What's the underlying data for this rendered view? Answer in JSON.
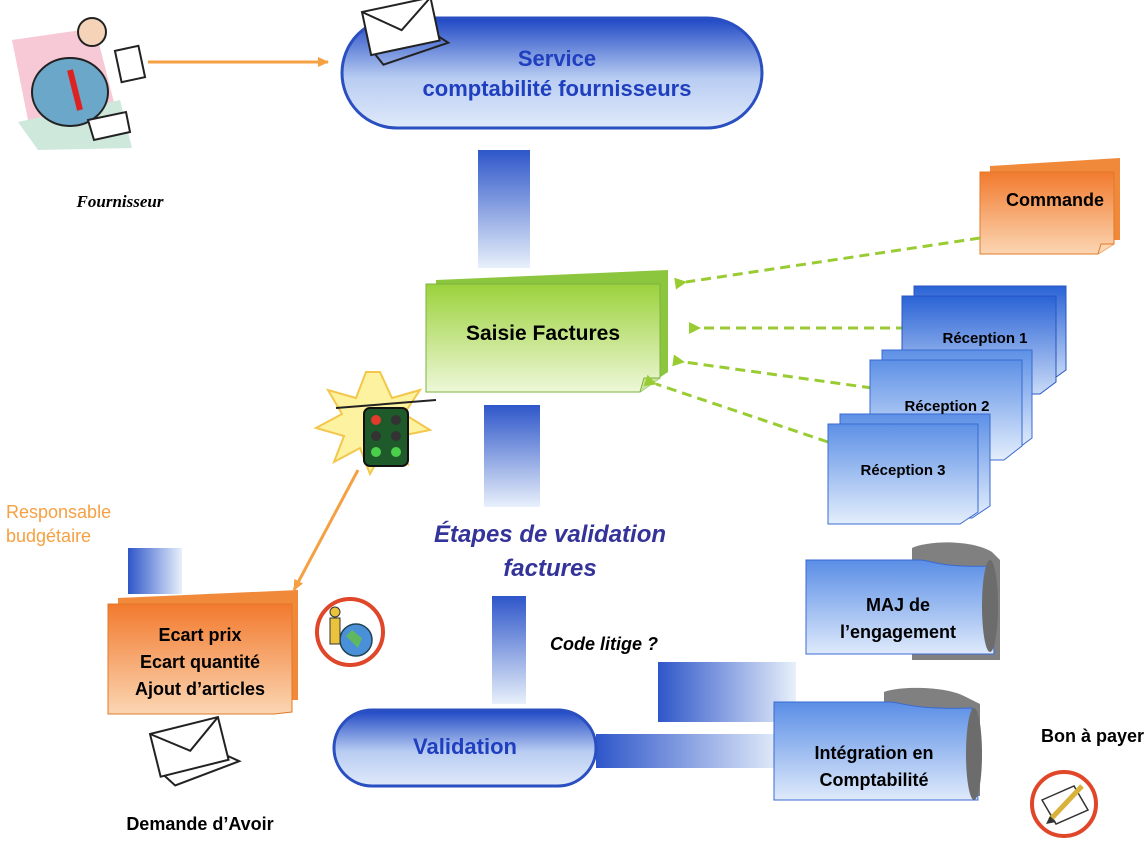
{
  "supplier": {
    "label": "Fournisseur"
  },
  "service": {
    "line1": "Service",
    "line2": "comptabilité fournisseurs"
  },
  "saisie": {
    "label": "Saisie Factures"
  },
  "commande": {
    "label": "Commande"
  },
  "receptions": [
    "Réception 1",
    "Réception 2",
    "Réception 3"
  ],
  "steps": {
    "line1": "Étapes de validation",
    "line2": "factures"
  },
  "responsable": {
    "line1": "Responsable",
    "line2": "budgétaire"
  },
  "ecart": {
    "line1": "Ecart prix",
    "line2": "Ecart quantité",
    "line3": "Ajout d’articles"
  },
  "demande": {
    "label": "Demande d’Avoir"
  },
  "code_litige": {
    "label": "Code litige  ?"
  },
  "maj": {
    "line1": "MAJ de",
    "line2": "l’engagement"
  },
  "validation": {
    "label": "Validation"
  },
  "integration": {
    "line1": "Intégration en",
    "line2": "Comptabilité"
  },
  "bon": {
    "label": "Bon à payer"
  },
  "colors": {
    "blue_text": "#1f3fbf",
    "orange": "#f5a042",
    "green_arrow": "#99cc33",
    "step_text": "#333399"
  },
  "icons": [
    "supplier-reading-icon",
    "envelope-icon",
    "traffic-light-icon",
    "person-globe-icon",
    "pen-paper-icon"
  ]
}
